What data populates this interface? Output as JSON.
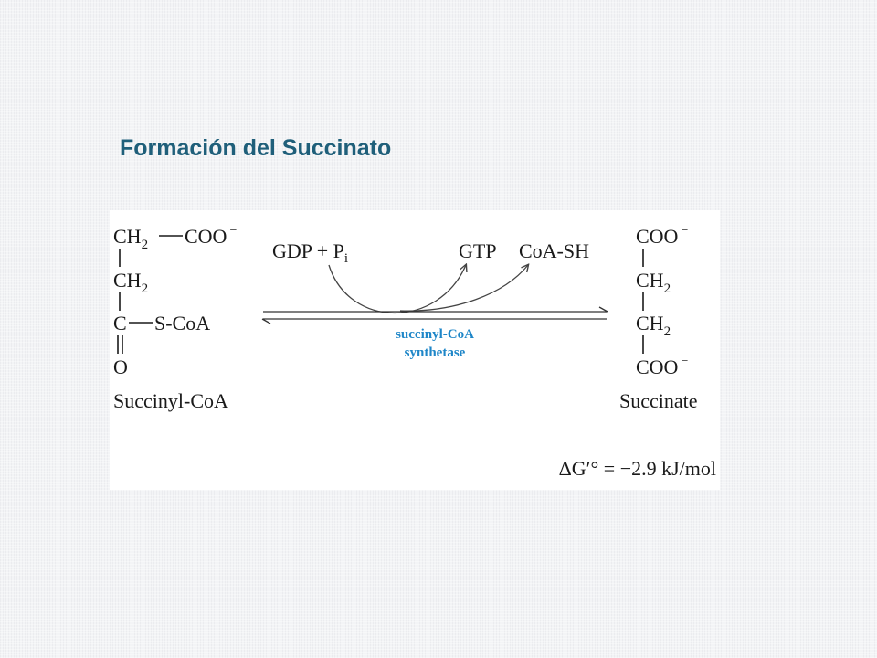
{
  "slide": {
    "title": "Formación del Succinato",
    "title_color": "#1f5f7a"
  },
  "reaction": {
    "substrate": {
      "line1": "CH",
      "line1_sub": "2",
      "line1_tail": "COO",
      "line1_charge": "−",
      "line2": "CH",
      "line2_sub": "2",
      "line3_c": "C",
      "line3_tail": "S-CoA",
      "line4": "O",
      "name": "Succinyl-CoA"
    },
    "inputs": {
      "gdp": "GDP + P",
      "gdp_sub": "i"
    },
    "outputs": {
      "gtp": "GTP",
      "coash": "CoA-SH"
    },
    "enzyme": {
      "line1": "succinyl-CoA",
      "line2": "synthetase",
      "color": "#1e86c8"
    },
    "product": {
      "line1": "COO",
      "line1_charge": "−",
      "line2": "CH",
      "line2_sub": "2",
      "line3": "CH",
      "line3_sub": "2",
      "line4": "COO",
      "line4_charge": "−",
      "name": "Succinate"
    },
    "energy": {
      "delta": "ΔG′° = −2.9 kJ/mol"
    }
  }
}
